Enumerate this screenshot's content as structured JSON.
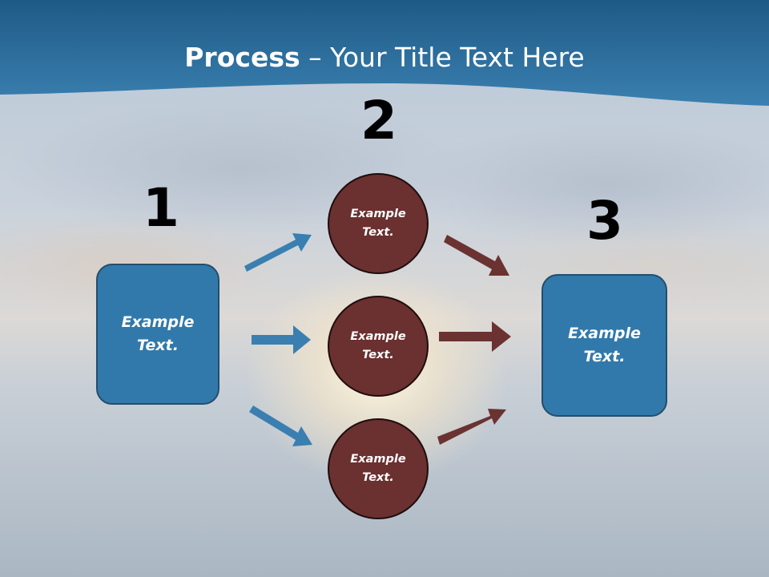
{
  "title": {
    "bold": "Process",
    "rest": " – Your Title Text Here"
  },
  "steps": [
    "1",
    "2",
    "3"
  ],
  "left_box": {
    "label": "Example Text."
  },
  "right_box": {
    "label": "Example Text."
  },
  "circles": [
    {
      "label": "Example Text."
    },
    {
      "label": "Example Text."
    },
    {
      "label": "Example Text."
    }
  ],
  "colors": {
    "header_blue": "#2e6f9c",
    "box_blue": "#3179aa",
    "circle_maroon": "#6b3030",
    "arrow_blue": "#3a7fb0",
    "arrow_maroon": "#6b3232"
  }
}
